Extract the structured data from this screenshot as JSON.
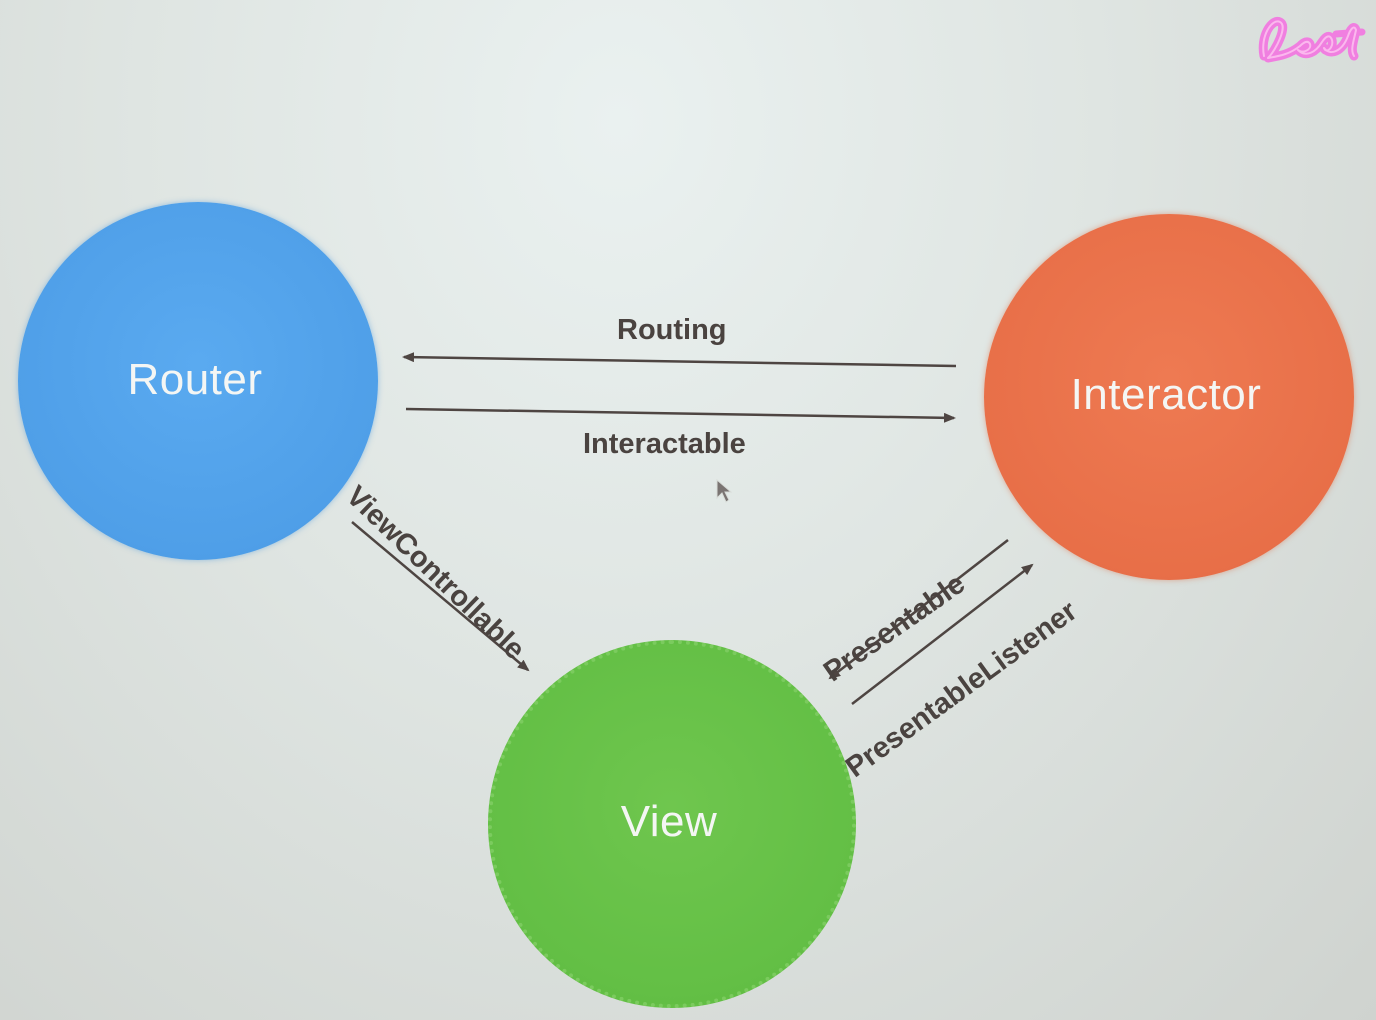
{
  "nodes": {
    "router": {
      "label": "Router",
      "color": "#4f9fe8"
    },
    "interactor": {
      "label": "Interactor",
      "color": "#e86f48"
    },
    "view": {
      "label": "View",
      "color": "#63bf45"
    }
  },
  "edges": {
    "routing": {
      "label": "Routing",
      "from": "interactor",
      "to": "router"
    },
    "interactable": {
      "label": "Interactable",
      "from": "router",
      "to": "interactor"
    },
    "view_controllable": {
      "label": "ViewControllable",
      "from": "router",
      "to": "view"
    },
    "presentable": {
      "label": "Presentable",
      "from": "interactor",
      "to": "view"
    },
    "presentable_listener": {
      "label": "PresentableListener",
      "from": "view",
      "to": "interactor"
    }
  },
  "colors": {
    "edge": "#4e4542",
    "logo": "#f07fe0"
  },
  "icons": {
    "logo": "brand-logo-icon",
    "cursor": "mouse-cursor-icon"
  }
}
